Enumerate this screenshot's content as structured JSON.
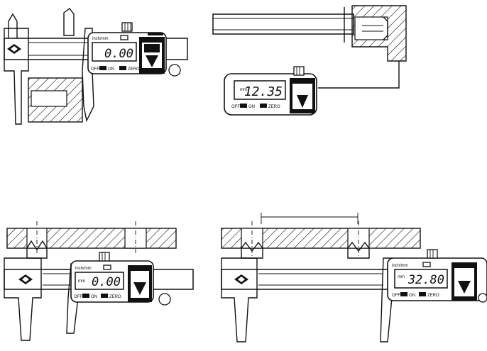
{
  "panels": [
    {
      "id": "top-left",
      "unit_label": "inch/mm",
      "reading": "0.00",
      "small_unit": "",
      "buttons": [
        "OFF",
        "ON",
        "ZERO"
      ]
    },
    {
      "id": "top-right",
      "unit_label": "",
      "reading": "12.35",
      "small_unit": "mm",
      "buttons": [
        "OFF",
        "ON",
        "ZERO"
      ]
    },
    {
      "id": "bottom-left",
      "unit_label": "inch/mm",
      "reading": "0.00",
      "small_unit": "mm",
      "buttons": [
        "OFF",
        "ON",
        "ZERO"
      ]
    },
    {
      "id": "bottom-right",
      "unit_label": "inch/mm",
      "reading": "32.80",
      "small_unit": "mm",
      "buttons": [
        "OFF",
        "ON",
        "ZERO"
      ]
    }
  ]
}
